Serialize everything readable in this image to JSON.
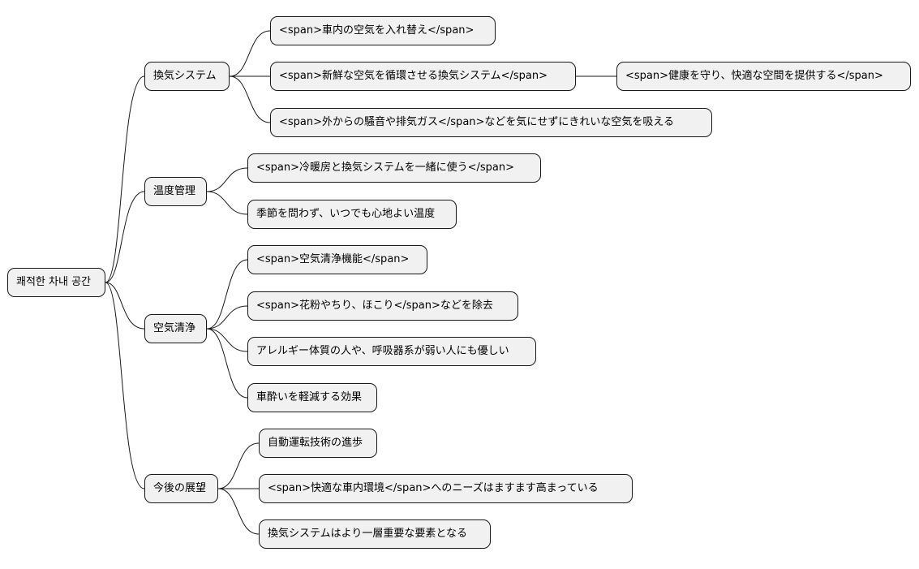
{
  "mindmap": {
    "root": {
      "id": "root",
      "label": "쾌적한 차내 공간"
    },
    "branches": [
      {
        "id": "b1",
        "label": "換気システム",
        "children": [
          {
            "id": "b1c1",
            "label": "<span>車内の空気を入れ替え</span>"
          },
          {
            "id": "b1c2",
            "label": "<span>新鮮な空気を循環させる換気システム</span>",
            "children": [
              {
                "id": "b1c2a",
                "label": "<span>健康を守り、快適な空間を提供する</span>"
              }
            ]
          },
          {
            "id": "b1c3",
            "label": "<span>外からの騒音や排気ガス</span>などを気にせずにきれいな空気を吸える"
          }
        ]
      },
      {
        "id": "b2",
        "label": "温度管理",
        "children": [
          {
            "id": "b2c1",
            "label": "<span>冷暖房と換気システムを一緒に使う</span>"
          },
          {
            "id": "b2c2",
            "label": "季節を問わず、いつでも心地よい温度"
          }
        ]
      },
      {
        "id": "b3",
        "label": "空気清浄",
        "children": [
          {
            "id": "b3c1",
            "label": "<span>空気清浄機能</span>"
          },
          {
            "id": "b3c2",
            "label": "<span>花粉やちり、ほこり</span>などを除去"
          },
          {
            "id": "b3c3",
            "label": "アレルギー体質の人や、呼吸器系が弱い人にも優しい"
          },
          {
            "id": "b3c4",
            "label": "車酔いを軽減する効果"
          }
        ]
      },
      {
        "id": "b4",
        "label": "今後の展望",
        "children": [
          {
            "id": "b4c1",
            "label": "自動運転技術の進歩"
          },
          {
            "id": "b4c2",
            "label": "<span>快適な車内環境</span>へのニーズはますます高まっている"
          },
          {
            "id": "b4c3",
            "label": "換気システムはより一層重要な要素となる"
          }
        ]
      }
    ]
  }
}
